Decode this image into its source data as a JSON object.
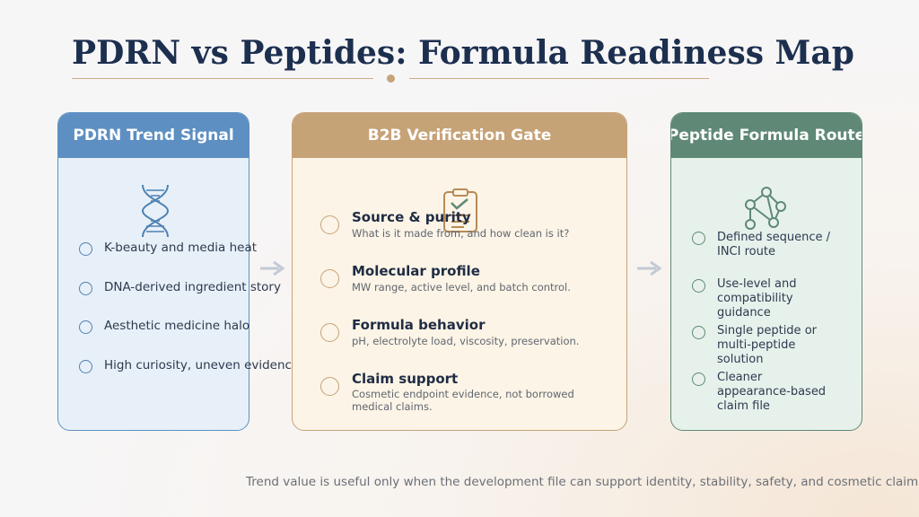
{
  "title": "PDRN vs Peptides: Formula Readiness Map",
  "left_card": {
    "header": "PDRN Trend Signal",
    "icon": "dna-icon",
    "items": [
      "K-beauty and media heat",
      "DNA-derived ingredient story",
      "Aesthetic medicine halo",
      "High curiosity, uneven evidence"
    ]
  },
  "middle_card": {
    "header": "B2B Verification Gate",
    "icon": "clipboard-check-icon",
    "items": [
      {
        "title": "Source & purity",
        "desc": "What is it made from, and how clean is it?"
      },
      {
        "title": "Molecular profile",
        "desc": "MW range, active level, and batch control."
      },
      {
        "title": "Formula behavior",
        "desc": "pH, electrolyte load, viscosity, preservation."
      },
      {
        "title": "Claim support",
        "desc": "Cosmetic endpoint evidence, not borrowed medical claims."
      }
    ]
  },
  "right_card": {
    "header": "Peptide Formula Route",
    "icon": "molecule-network-icon",
    "items": [
      "Defined sequence / INCI route",
      "Use-level and compatibility guidance",
      "Single peptide or multi-peptide solution",
      "Cleaner appearance-based claim file"
    ]
  },
  "footer": "Trend value is useful only when the development file can support identity, stability, safety, and cosmetic claims.",
  "colors": {
    "title": "#1c2f4f",
    "accent_gold": "#c6a277",
    "blue": "#5d8fc2",
    "green": "#5f8976"
  }
}
